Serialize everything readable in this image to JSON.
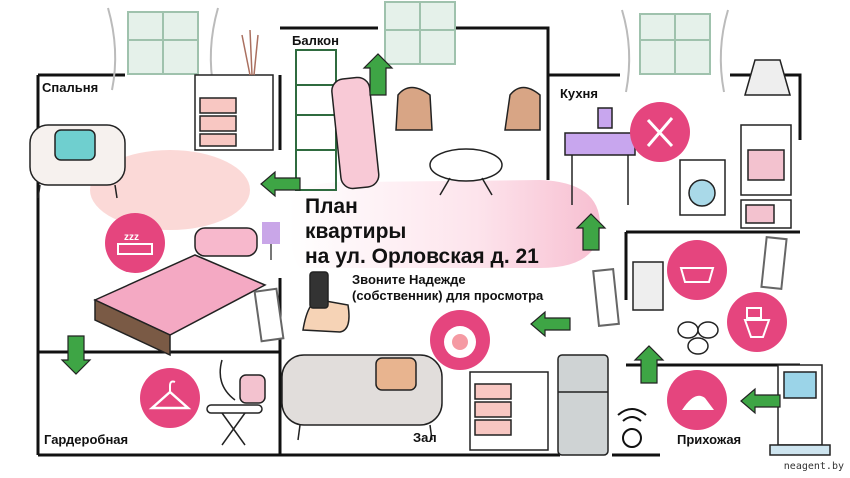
{
  "colors": {
    "wall": "#111111",
    "accent_pink": "#e5457e",
    "arrow_green": "#3ea545",
    "soft_pink": "#f7c6d4",
    "furniture_outline": "#222222",
    "window_green": "#bcd8c5",
    "icon_lilac": "#b59be0"
  },
  "rooms": {
    "bedroom": "Спальня",
    "balcony": "Балкон",
    "kitchen": "Кухня",
    "wardrobe": "Гардеробная",
    "hall": "Зал",
    "entry": "Прихожая"
  },
  "title": {
    "line1": "План",
    "line2": "квартиры",
    "line3": "на ул. Орловская д. 21"
  },
  "subtitle": {
    "line1": "Звоните Надежде",
    "line2": "(собственник) для просмотра"
  },
  "watermark": "neagent.by",
  "icons": {
    "sleep": "sleep-bed-icon",
    "dining": "fork-knife-icon",
    "bath": "bathtub-icon",
    "toilet": "toilet-icon",
    "hanger": "hanger-icon",
    "shoe": "high-heel-icon",
    "food": "food-plate-icon",
    "wifi": "wifi-icon",
    "phone": "phone-in-hand-icon"
  }
}
